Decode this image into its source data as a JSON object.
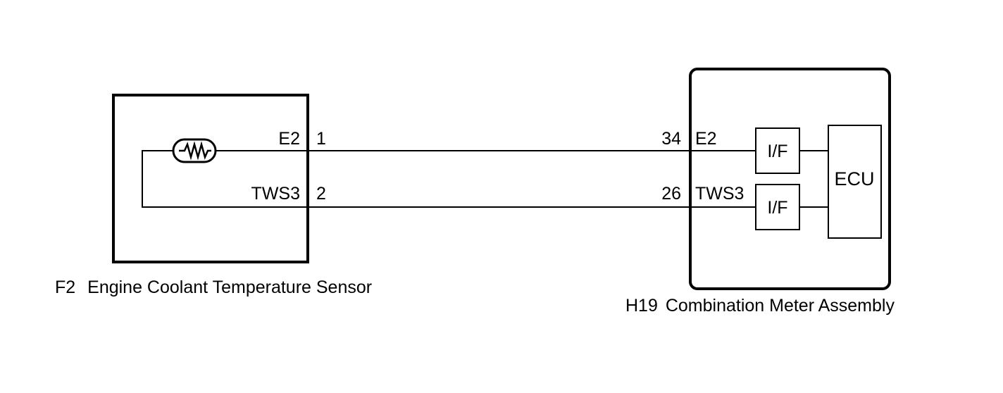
{
  "sensor": {
    "ref": "F2",
    "name": "Engine Coolant Temperature Sensor",
    "pins": [
      {
        "terminal": "E2",
        "number": "1"
      },
      {
        "terminal": "TWS3",
        "number": "2"
      }
    ]
  },
  "meter": {
    "ref": "H19",
    "name": "Combination Meter Assembly",
    "pins": [
      {
        "terminal": "E2",
        "number": "34"
      },
      {
        "terminal": "TWS3",
        "number": "26"
      }
    ],
    "interfaces": [
      "I/F",
      "I/F"
    ],
    "ecu_label": "ECU"
  },
  "colors": {
    "line": "#000000",
    "background": "#ffffff"
  }
}
